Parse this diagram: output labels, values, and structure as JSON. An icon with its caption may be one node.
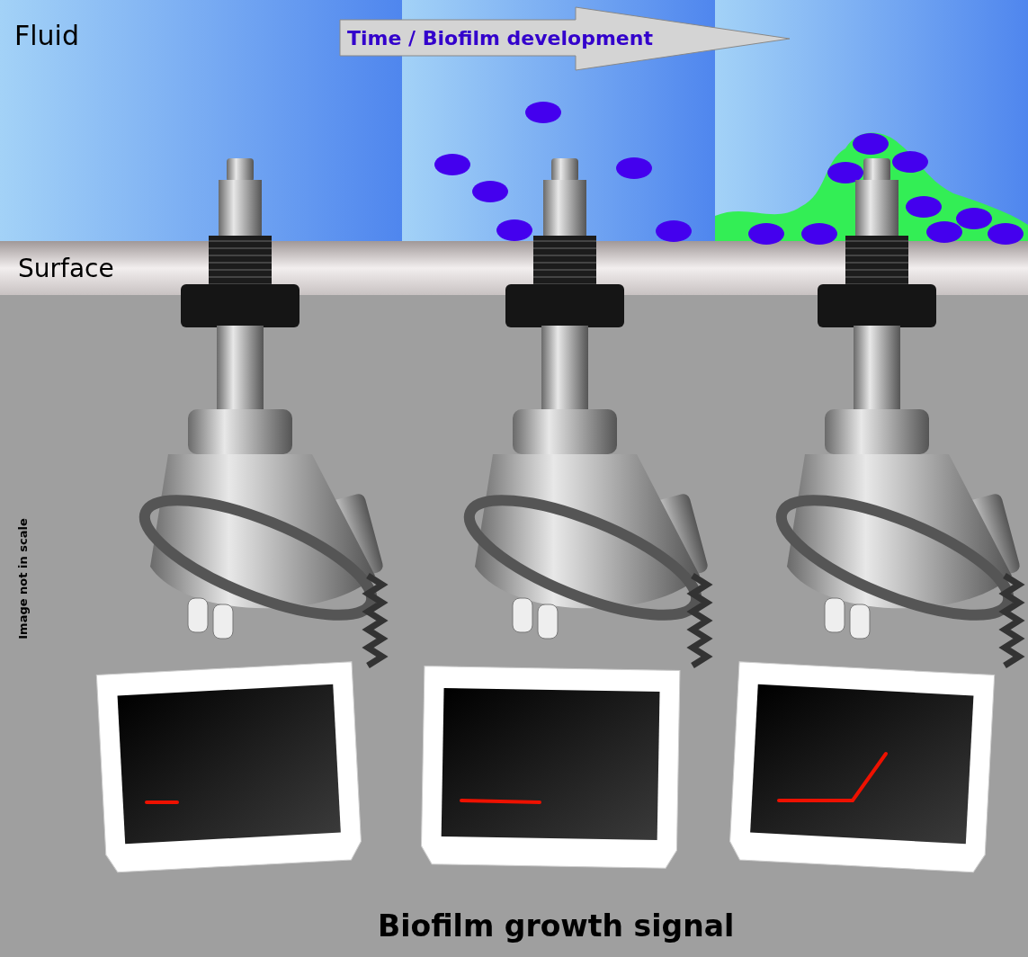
{
  "diagram": {
    "caption": "Biofilm growth signal",
    "labels": [
      "Fluid",
      "Time / Biofilm development",
      "Surface",
      "Image not in scale"
    ]
  }
}
